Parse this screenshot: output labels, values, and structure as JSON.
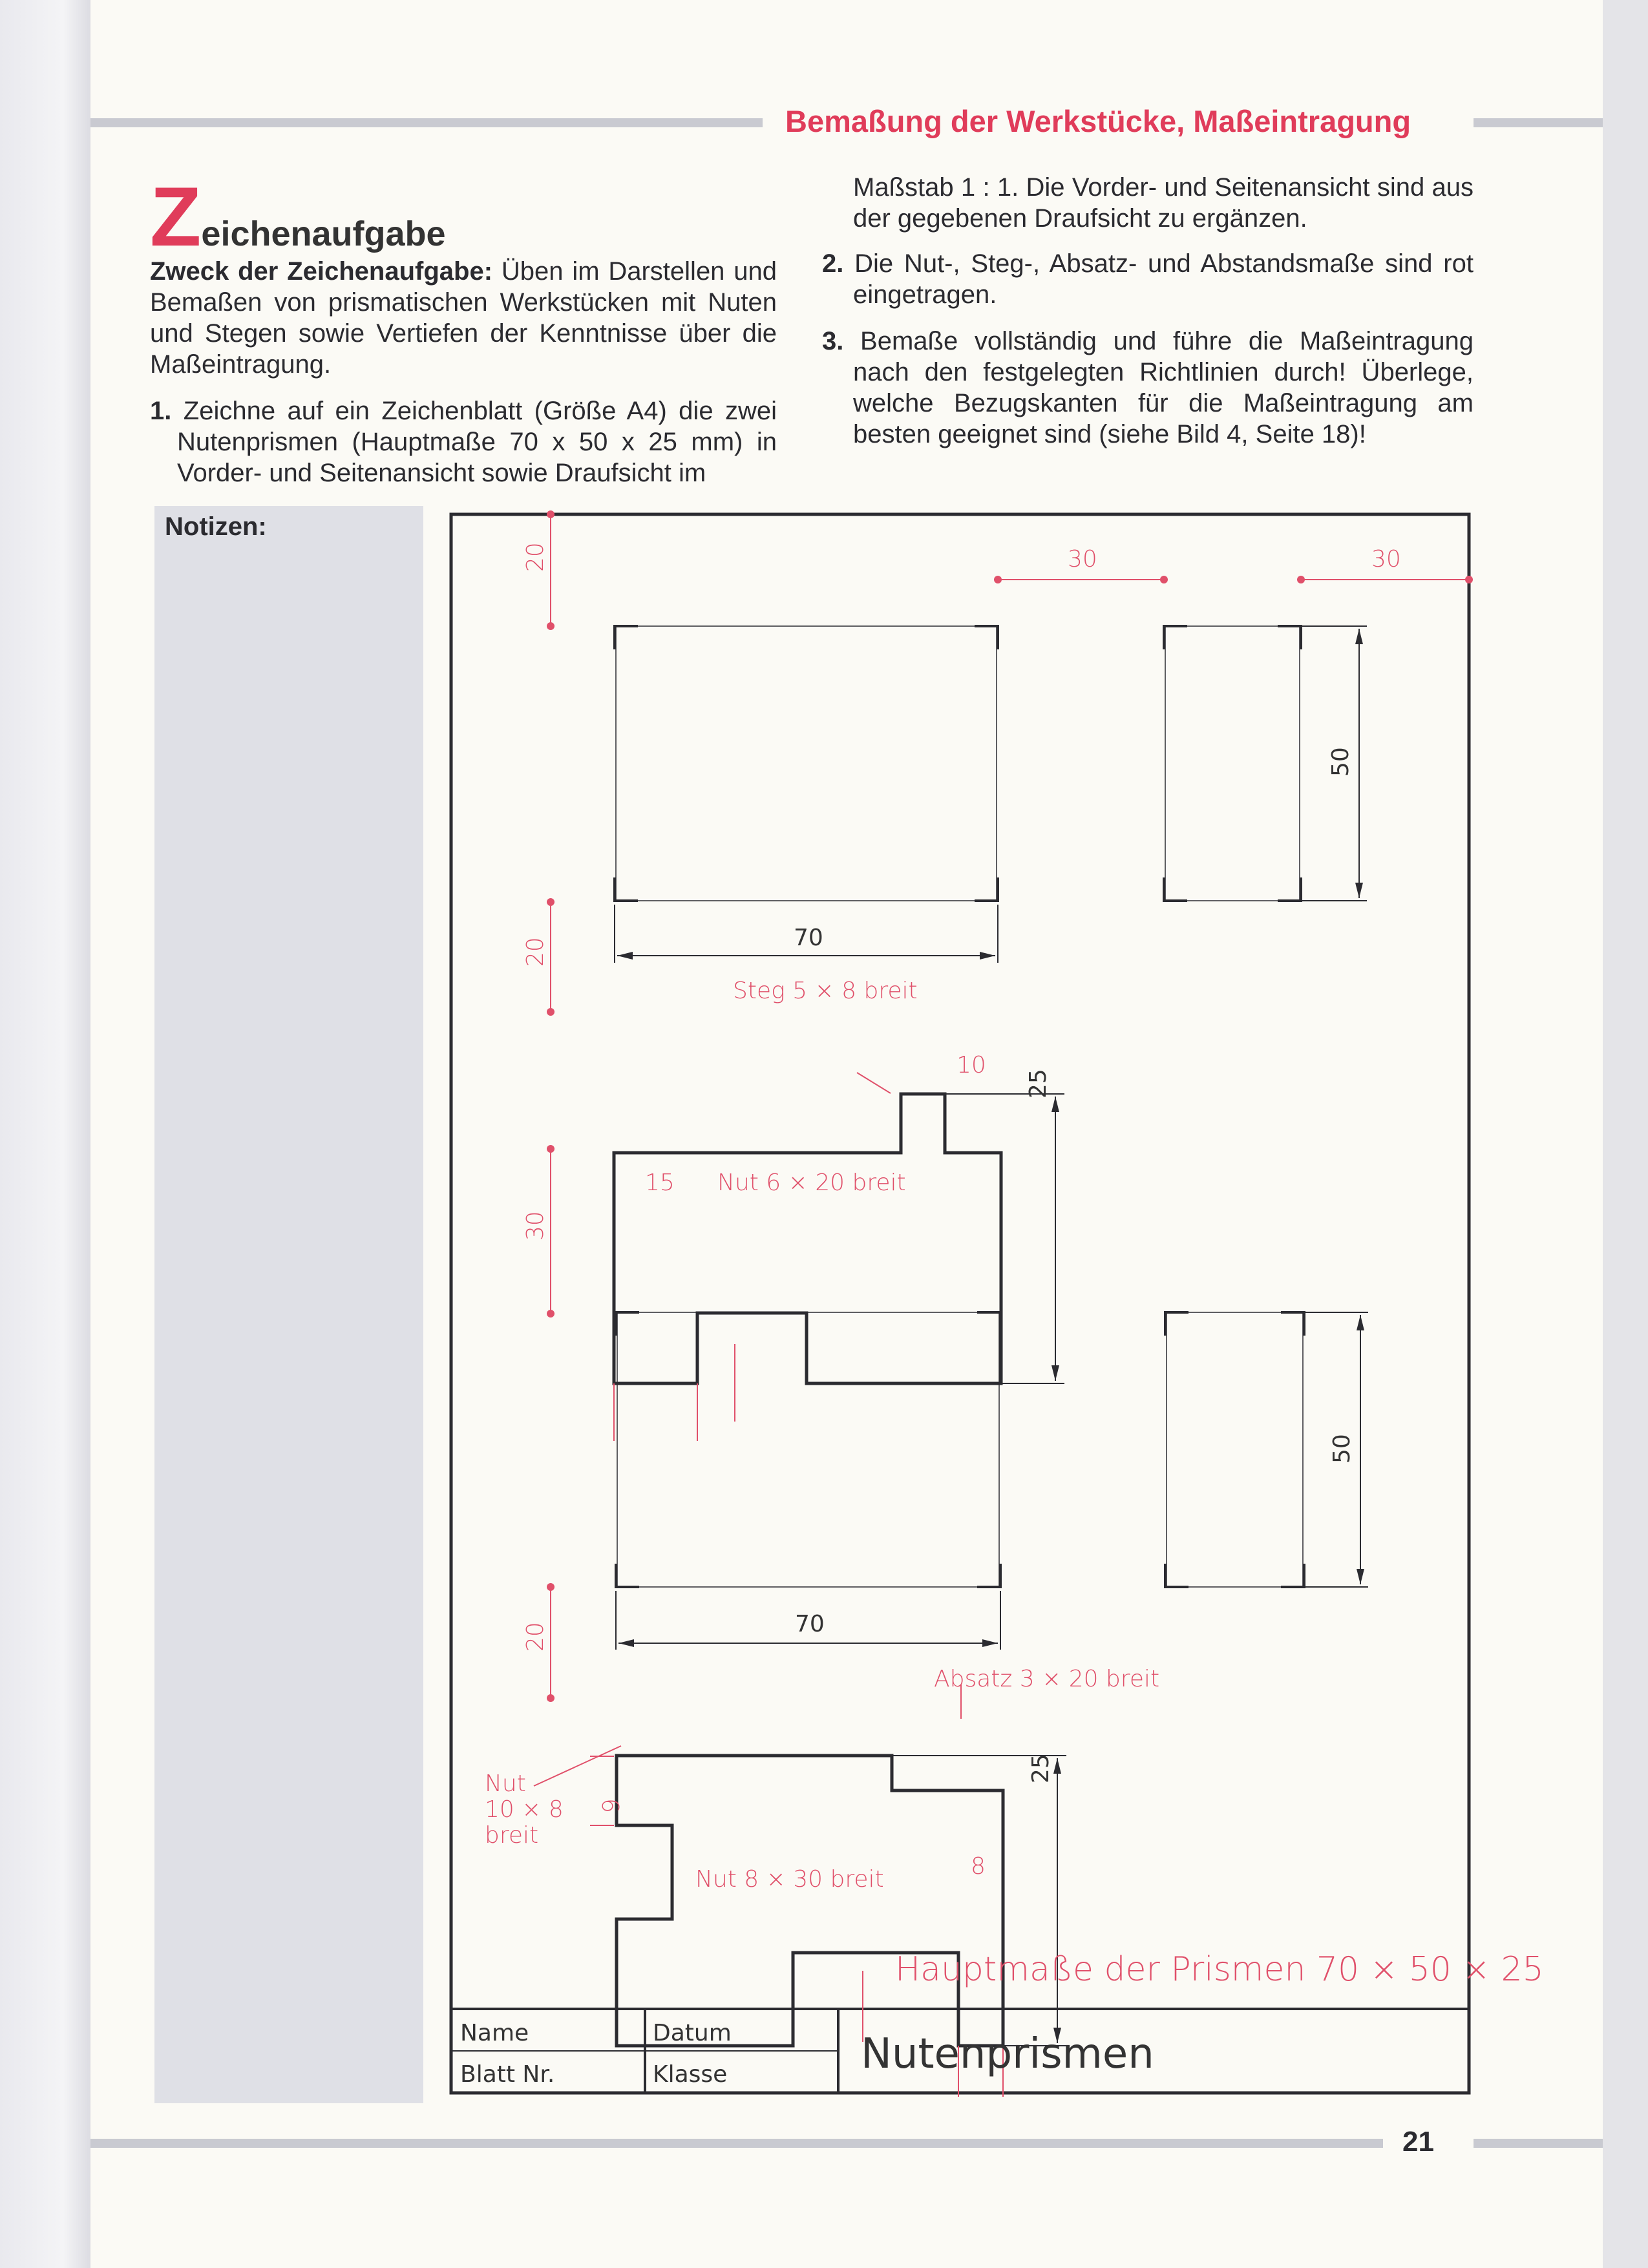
{
  "header": {
    "section_title": "Bemaßung der Werkstücke, Maßeintragung",
    "page_number": "21"
  },
  "task": {
    "title_initial": "Z",
    "title_rest": "eichenaufgabe",
    "purpose_label": "Zweck der Zeichenaufgabe:",
    "purpose_text": " Üben im Darstellen und Bemaßen von prismatischen Werkstücken mit Nuten und Stegen sowie Vertiefen der Kenntnisse über die Maßeintragung.",
    "items": [
      {
        "num": "1.",
        "text": "Zeichne auf ein Zeichenblatt (Größe A4) die zwei Nutenprismen (Hauptmaße 70 x 50 x 25 mm) in Vorder- und Seitenansicht sowie Draufsicht im Maßstab 1 : 1. Die Vorder- und Seitenansicht sind aus der gegebenen Draufsicht zu ergänzen."
      },
      {
        "num": "2.",
        "text": "Die Nut-, Steg-, Absatz- und Abstandsmaße sind rot eingetragen."
      },
      {
        "num": "3.",
        "text": "Bemaße vollständig und führe die Maßeintragung nach den festgelegten Richtlinien durch! Überlege, welche Bezugskanten für die Maßeintragung am besten geeignet sind (siehe Bild 4, Seite 18)!"
      }
    ]
  },
  "item1_part1": "Zeichne auf ein Zeichenblatt (Größe A4) die zwei Nutenprismen (Hauptmaße 70 x 50 x 25 mm) in Vorder- und Seitenansicht sowie Draufsicht im",
  "item1_part2": "Maßstab 1 : 1. Die Vorder- und Seitenansicht sind aus der gegebenen Draufsicht zu ergänzen.",
  "notes_label": "Notizen:",
  "drawing": {
    "dims": {
      "d20": "20",
      "d30": "30",
      "d70": "70",
      "d50": "50",
      "d25": "25",
      "d10": "10",
      "d15": "15",
      "d6": "6",
      "d8": "8"
    },
    "labels": {
      "steg": "Steg 5 × 8 breit",
      "nut1": "Nut 6 × 20 breit",
      "absatz": "Absatz 3 × 20 breit",
      "nut2": "Nut 8 × 30 breit",
      "nut3_l1": "Nut",
      "nut3_l2": "10 × 8",
      "nut3_l3": "breit"
    },
    "main_dims": "Hauptmaße der Prismen 70 × 50 × 25",
    "titleblock": {
      "name": "Name",
      "datum": "Datum",
      "blatt": "Blatt Nr.",
      "klasse": "Klasse",
      "title": "Nutenprismen"
    },
    "colors": {
      "dimension_red": "#e0506a",
      "line": "#2b2b30"
    }
  }
}
